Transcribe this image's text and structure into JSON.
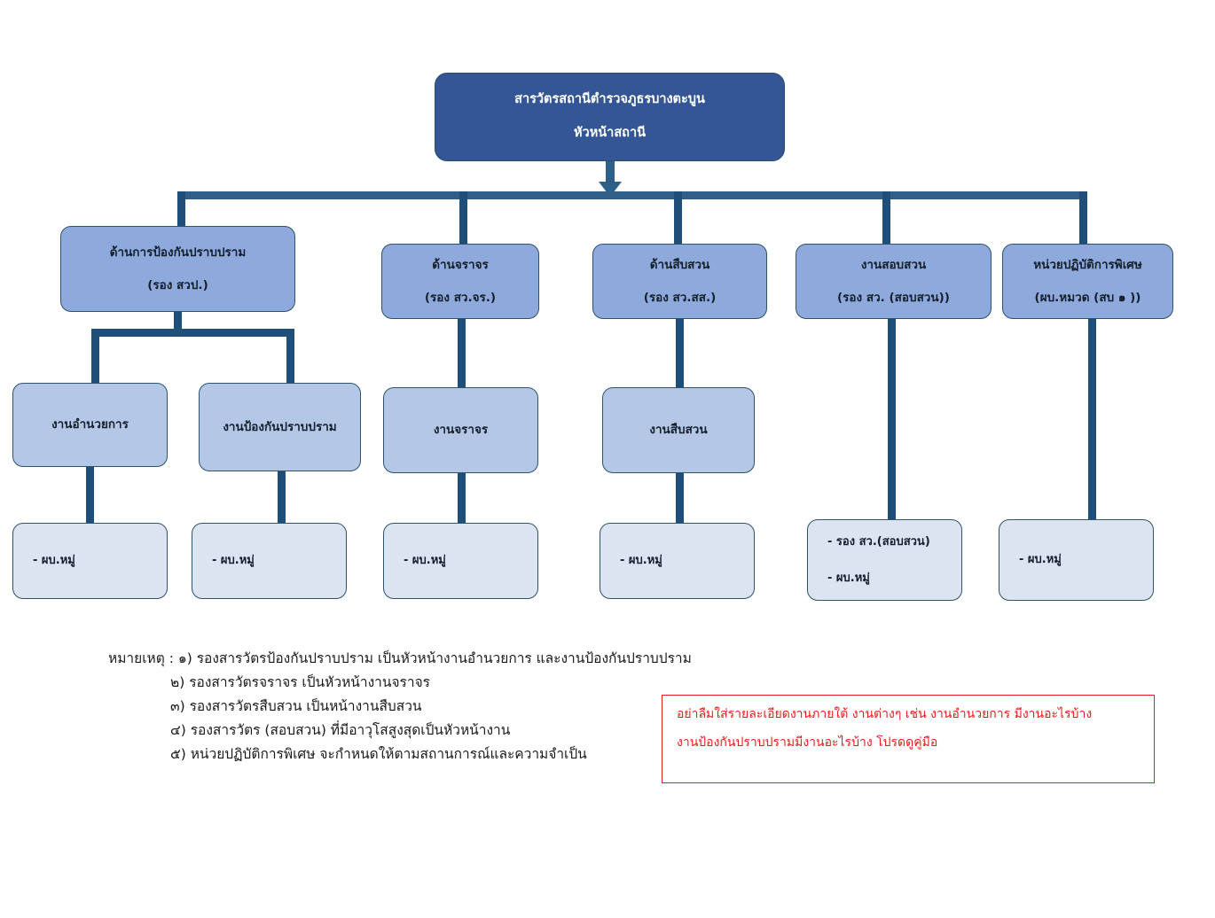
{
  "chart_data": {
    "type": "diagram",
    "title": "สารวัตรสถานีตำรวจภูธรบางตะบูน",
    "root": {
      "title": "สารวัตรสถานีตำรวจภูธรบางตะบูน",
      "role": "หัวหน้าสถานี"
    },
    "branches": [
      {
        "title": "ด้านการป้องกันปราบปราม",
        "role": "(รอง สวป.)"
      },
      {
        "title": "ด้านจราจร",
        "role": "(รอง สว.จร.)"
      },
      {
        "title": "ด้านสืบสวน",
        "role": "(รอง สว.สส.)"
      },
      {
        "title": "งานสอบสวน",
        "role": "(รอง สว. (สอบสวน))"
      },
      {
        "title": "หน่วยปฏิบัติการพิเศษ",
        "role": "(ผบ.หมวด (สบ ๑ ))"
      }
    ],
    "units": [
      {
        "title": "งานอำนวยการ"
      },
      {
        "title": "งานป้องกันปราบปราม"
      },
      {
        "title": "งานจราจร"
      },
      {
        "title": "งานสืบสวน"
      }
    ],
    "staff": [
      {
        "lines": [
          "- ผบ.หมู่"
        ]
      },
      {
        "lines": [
          "- ผบ.หมู่"
        ]
      },
      {
        "lines": [
          "- ผบ.หมู่"
        ]
      },
      {
        "lines": [
          "- ผบ.หมู่"
        ]
      },
      {
        "lines": [
          "- รอง สว.(สอบสวน)",
          "- ผบ.หมู่"
        ]
      },
      {
        "lines": [
          "- ผบ.หมู่"
        ]
      }
    ],
    "colors": {
      "level0_fill": "#345694",
      "level1_fill": "#8EA9DB",
      "level2_fill": "#B4C7E7",
      "level3_fill": "#DCE4F2",
      "connector": "#1F4E79",
      "warning": "#E81C1C"
    }
  },
  "notes": {
    "label": "หมายเหตุ :",
    "items": [
      "หมายเหตุ : ๑) รองสารวัตรป้องกันปราบปราม เป็นหัวหน้างานอำนวยการ และงานป้องกันปราบปราม",
      "๒) รองสารวัตรจราจร เป็นหัวหน้างานจราจร",
      "๓) รองสารวัตรสืบสวน เป็นหน้างานสืบสวน",
      "๔) รองสารวัตร (สอบสวน) ที่มีอาวุโสสูงสุดเป็นหัวหน้างาน",
      "๕) หน่วยปฏิบัติการพิเศษ จะกำหนดให้ตามสถานการณ์และความจำเป็น"
    ]
  },
  "warning": {
    "lines": [
      "อย่าลืมใส่รายละเอียดงานภายใต้ งานต่างๆ เช่น งานอำนวยการ มีงานอะไรบ้าง",
      "งานป้องกันปราบปรามมีงานอะไรบ้าง โปรดดูคู่มือ"
    ]
  }
}
